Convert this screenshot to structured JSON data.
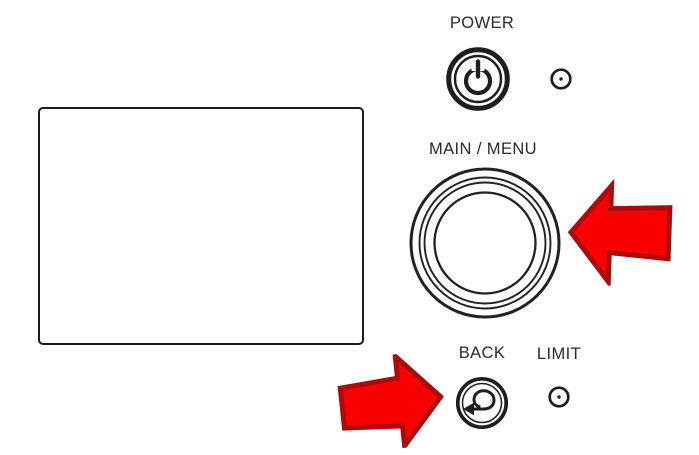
{
  "labels": {
    "power": "POWER",
    "main_menu": "MAIN / MENU",
    "back": "BACK",
    "limit": "LIMIT"
  },
  "panel": {
    "kind": "device-front-panel-instruction-diagram",
    "display": {
      "content": "",
      "state": "blank"
    },
    "controls": [
      {
        "id": "power-button",
        "label": "POWER",
        "type": "push-button",
        "icon": "power-icon",
        "led_indicator": true
      },
      {
        "id": "main-menu-knob",
        "label": "MAIN / MENU",
        "type": "rotary-knob",
        "rings": 4,
        "highlighted_by_callout": true
      },
      {
        "id": "back-button",
        "label": "BACK",
        "type": "push-button",
        "icon": "return-arrow-icon",
        "highlighted_by_callout": true
      },
      {
        "id": "limit-led",
        "label": "LIMIT",
        "type": "led-indicator"
      }
    ],
    "callouts": [
      {
        "shape": "red-arrow",
        "direction": "left",
        "points_to": "main-menu-knob"
      },
      {
        "shape": "red-arrow",
        "direction": "right",
        "points_to": "back-button"
      }
    ]
  },
  "colors": {
    "background": "#ffffff",
    "line": "#1e1e1e",
    "text": "#2a2a2a",
    "callout_fill": "#fb0000",
    "callout_border": "#aa0c0c"
  }
}
